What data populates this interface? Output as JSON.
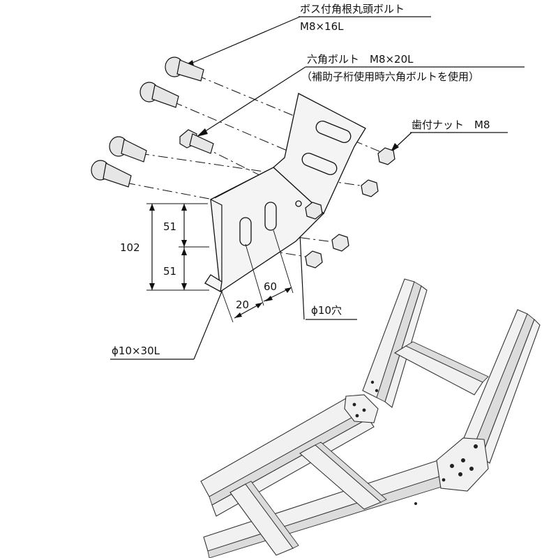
{
  "labels": {
    "boss_bolt_name": "ボス付角根丸頭ボルト",
    "boss_bolt_size": "M8×16L",
    "hex_bolt_name": "六角ボルト　M8×20L",
    "hex_bolt_note": "（補助子桁使用時六角ボルトを使用）",
    "nut": "歯付ナット　M8",
    "hole": "ϕ10穴",
    "slot": "ϕ10×30L"
  },
  "dimensions": {
    "total_height": "102",
    "upper_pitch": "51",
    "lower_pitch": "51",
    "edge_offset": "20",
    "slot_pitch": "60"
  }
}
